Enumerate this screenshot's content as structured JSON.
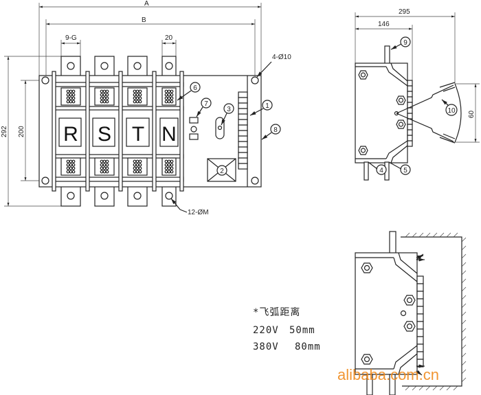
{
  "front_view": {
    "dims": {
      "A": "A",
      "B": "B",
      "pitch_label": "9-G",
      "terminal_width": "20",
      "height_total": "292",
      "mount_spacing": "200",
      "mount_holes": "4-Ø10",
      "terminal_holes": "12-ØM"
    },
    "phases": [
      "R",
      "S",
      "T",
      "N"
    ],
    "callouts": {
      "c1": "1",
      "c2": "2",
      "c3": "3",
      "c6": "6",
      "c7": "7",
      "c8": "8"
    }
  },
  "side_view": {
    "dims": {
      "depth_total": "295",
      "depth_body": "146",
      "handle_angle": "60"
    },
    "callouts": {
      "c4": "4",
      "c5": "5",
      "c9": "9",
      "c10": "10"
    }
  },
  "arc_note": {
    "title": "*飞弧距离",
    "rows": [
      {
        "voltage": "220V",
        "distance": "50mm"
      },
      {
        "voltage": "380V",
        "distance": "80mm"
      }
    ]
  },
  "watermark": "alibaba.com.cn"
}
